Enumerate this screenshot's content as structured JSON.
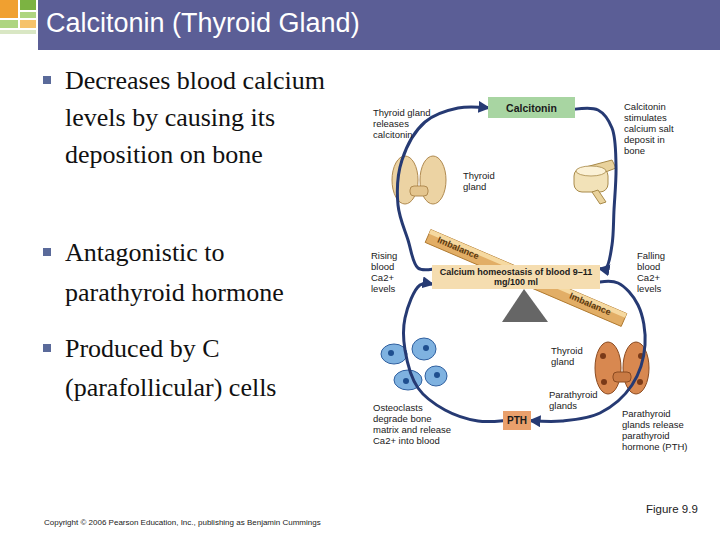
{
  "diagram": {
    "title": "Calcitonin (Thyroid Gland)",
    "nodes": [
      {
        "text": [
          "Calcitonin"
        ]
      },
      {
        "text": [
          "Calcium homeostasis of blood 9–11 mg/100 ml"
        ]
      },
      {
        "text": [
          "PTH"
        ]
      }
    ],
    "edges": [
      {
        "from": 1,
        "to": 0,
        "arrow": "to"
      },
      {
        "from": 0,
        "to": 1,
        "arrow": "to"
      },
      {
        "from": 1,
        "to": 2,
        "arrow": "to"
      },
      {
        "from": 2,
        "to": 1,
        "arrow": "to"
      }
    ],
    "labels": [
      "Decreases blood calcium levels by causing its deposition on bone",
      "Antagonistic to parathyroid hormone",
      "Produced by C (parafollicular) cells",
      "Thyroid gland releases calcitonin",
      "Calcitonin stimulates calcium salt deposit in bone",
      "Thyroid gland",
      "Rising blood Ca2+ levels",
      "Falling blood Ca2+ levels",
      "Imbalance",
      "Imbalance",
      "Thyroid gland",
      "Parathyroid glands",
      "Osteoclasts degrade bone matrix and release Ca2+ into blood",
      "Parathyroid glands release parathyroid hormone (PTH)",
      "Copyright © 2006 Pearson Education, Inc., publishing as Benjamin Cummings",
      "Figure 9.9"
    ]
  }
}
